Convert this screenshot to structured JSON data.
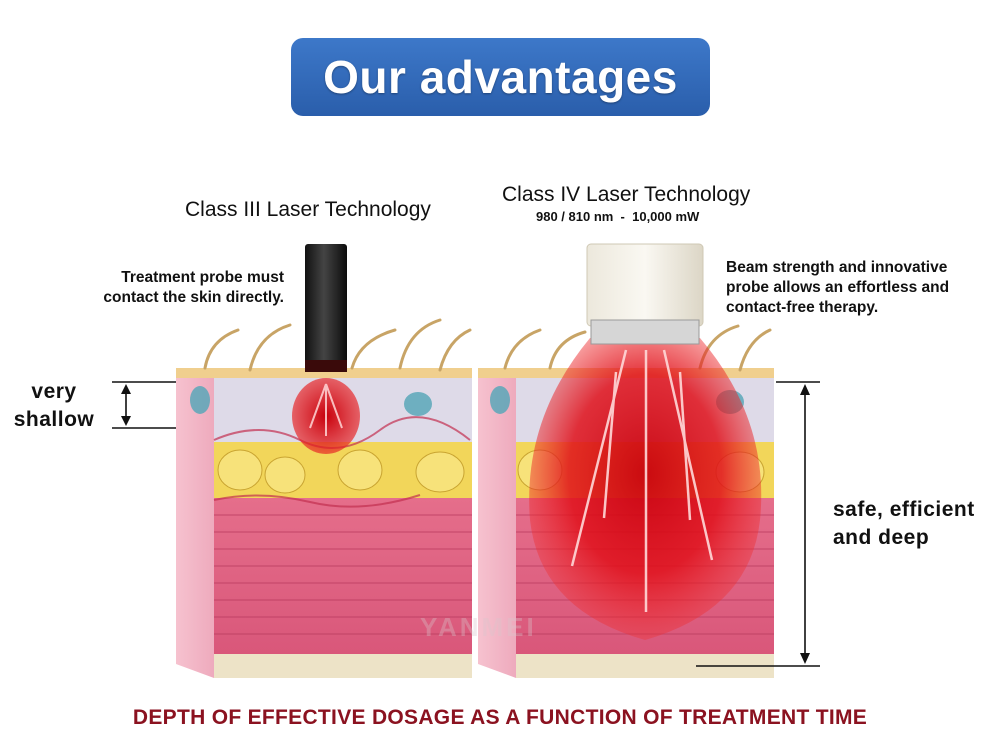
{
  "header": {
    "title": "Our advantages"
  },
  "class3": {
    "title": "Class III Laser Technology",
    "note": [
      "Treatment probe must",
      "contact the skin directly."
    ],
    "depth_label": [
      "very",
      "shallow"
    ]
  },
  "class4": {
    "title": "Class IV Laser Technology",
    "spec": "980 / 810 nm  -  10,000 mW",
    "note": [
      "Beam strength and innovative",
      "probe allows an effortless and",
      "contact-free therapy."
    ],
    "depth_label": [
      "safe, efficient",
      "and deep"
    ]
  },
  "footer": {
    "caption": "DEPTH OF EFFECTIVE DOSAGE AS A FUNCTION OF TREATMENT TIME"
  },
  "watermark": "YANMEI",
  "colors": {
    "banner": "#2f66b5",
    "footer_text": "#8b1220",
    "laser": "#e0101a",
    "muscle": "#e06a86",
    "fat": "#f2d65a"
  }
}
